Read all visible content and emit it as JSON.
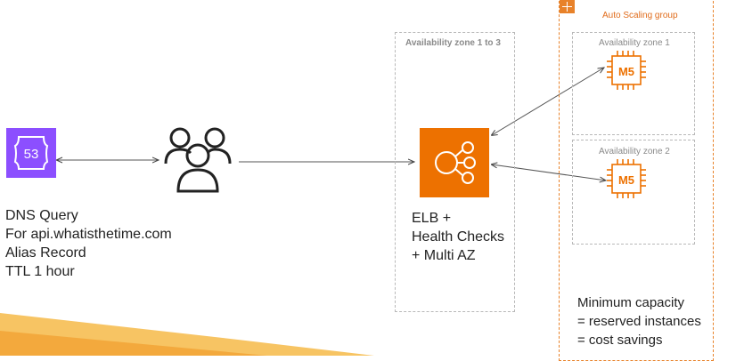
{
  "dns_query": {
    "lines": [
      "DNS Query",
      "For api.whatisthetime.com",
      "Alias Record",
      "TTL 1 hour"
    ]
  },
  "route53_icon": {
    "label": "53"
  },
  "elb": {
    "zone_label": "Availability zone 1 to 3",
    "lines": [
      "ELB +",
      "Health Checks",
      "+ Multi AZ"
    ]
  },
  "asg": {
    "label": "Auto Scaling group",
    "zone1_label": "Availability zone 1",
    "zone2_label": "Availability zone 2",
    "instance1_label": "M5",
    "instance2_label": "M5",
    "notes": [
      "Minimum capacity",
      "= reserved instances",
      "= cost savings"
    ]
  },
  "colors": {
    "route53": "#8c4fff",
    "elb": "#ed7100",
    "ec2_outline": "#ed7100",
    "asg_border": "#e8822a",
    "footer": "#f6b94a"
  }
}
